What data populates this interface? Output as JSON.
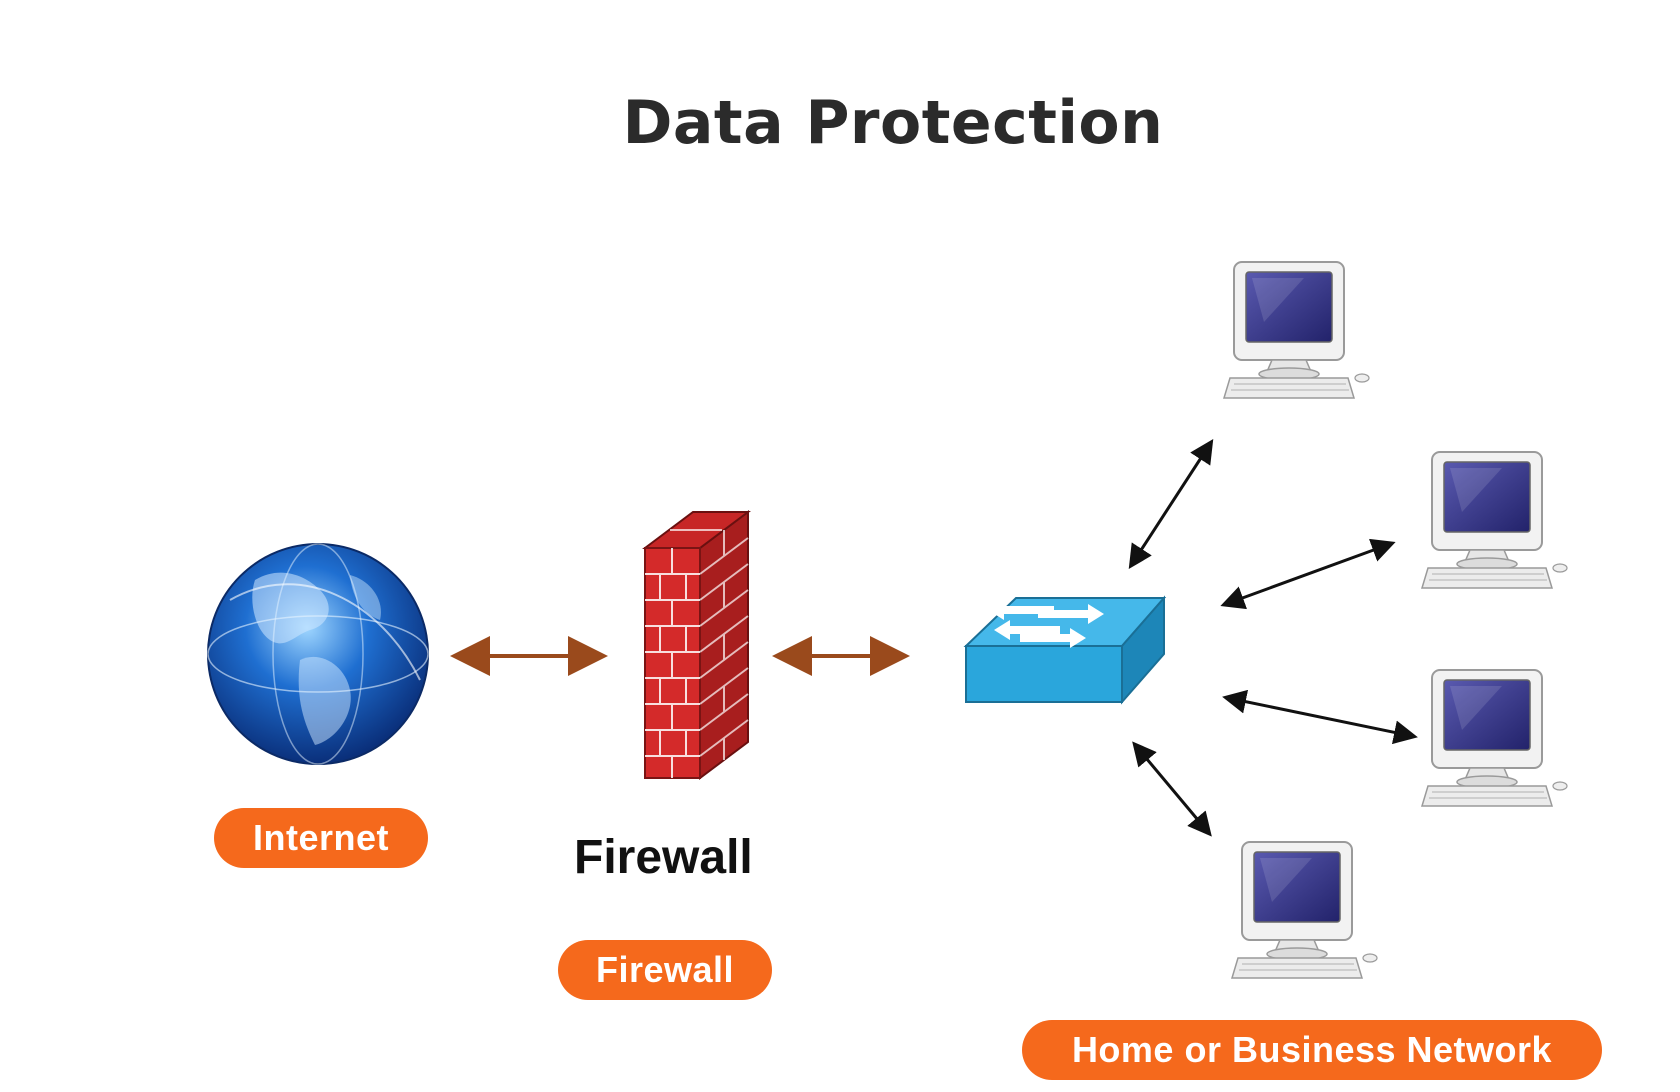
{
  "title": "Data Protection",
  "labels": {
    "internet": "Internet",
    "firewall_caption": "Firewall",
    "firewall_pill": "Firewall",
    "network": "Home or Business Network"
  },
  "nodes": {
    "internet": "globe-icon",
    "firewall": "brick-wall-icon",
    "switch": "network-switch-icon",
    "computers": [
      "computer-icon",
      "computer-icon",
      "computer-icon",
      "computer-icon"
    ]
  },
  "colors": {
    "pill": "#f5691c",
    "title": "#2b2b2b",
    "link_arrow_brown": "#9a4a1c",
    "link_arrow_black": "#111111",
    "brick": "#d42a2a",
    "switch": "#2aa6dc",
    "screen": "#3a3a8a"
  }
}
